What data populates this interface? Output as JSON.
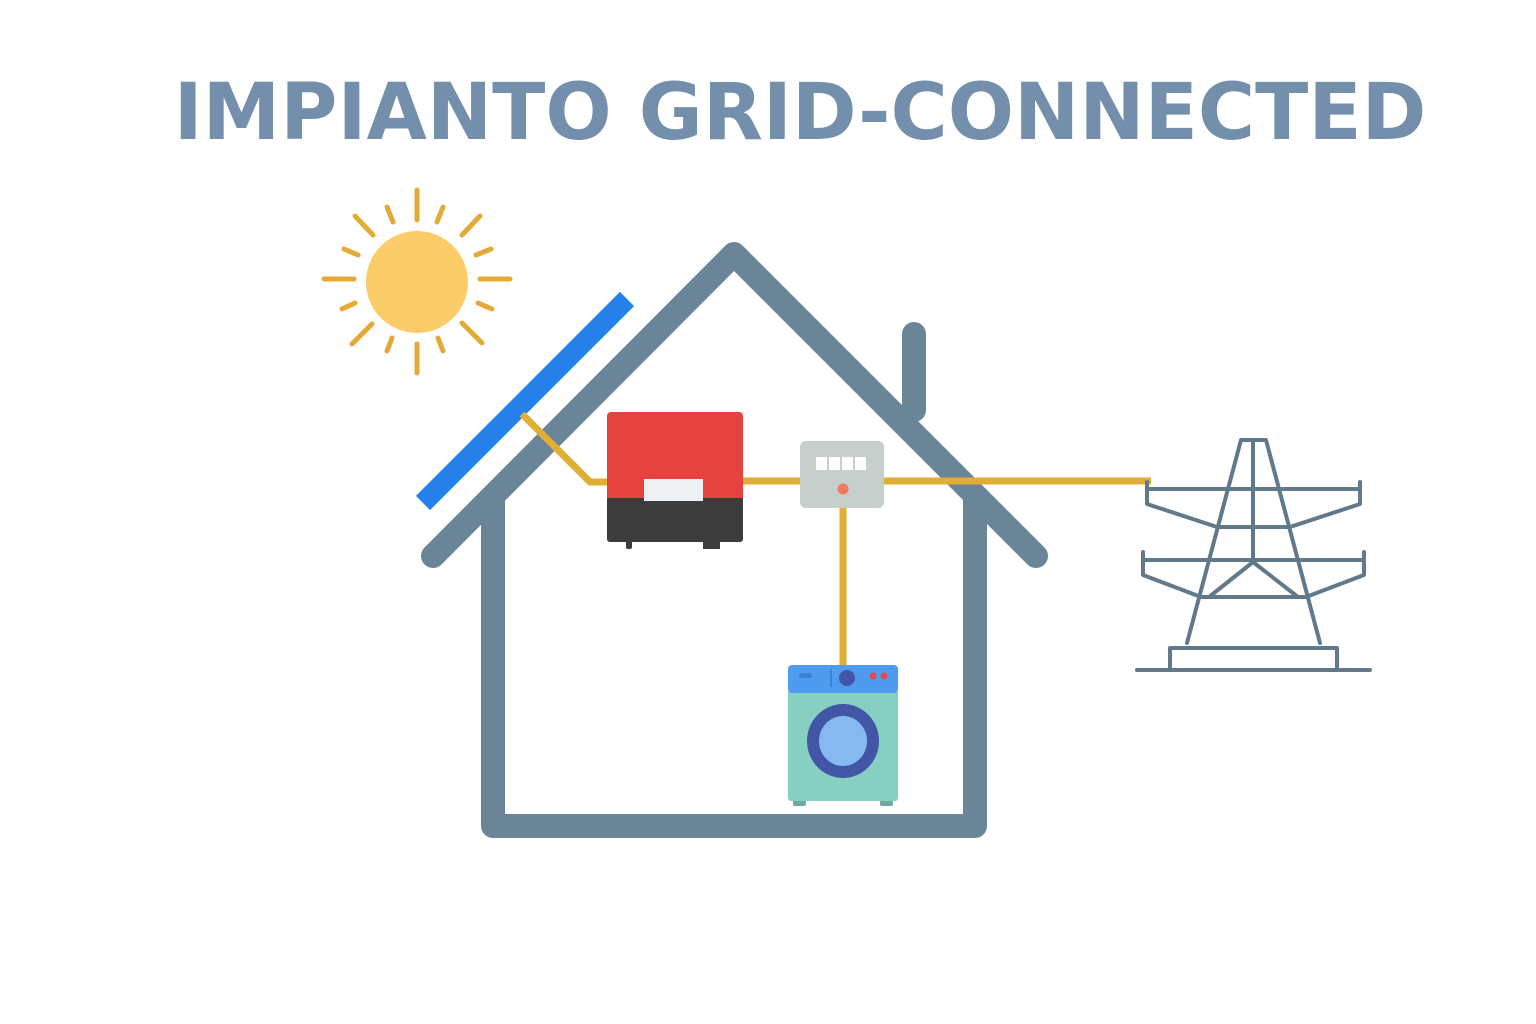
{
  "title": "IMPIANTO GRID-CONNECTED",
  "colors": {
    "title": "#738fab",
    "house": "#6a8598",
    "wire": "#e1ad35",
    "sun_core": "#fbcc67",
    "sun_rays": "#e3aa35",
    "panel": "#2580ea",
    "inverter_top": "#e6423f",
    "inverter_bottom": "#3c3c3c",
    "inverter_display": "#eef1f3",
    "meter_body": "#c6cfcc",
    "meter_led": "#ef7a62",
    "washer_top": "#4e9cf0",
    "washer_body": "#86cfc1",
    "washer_door_ring": "#4255a6",
    "washer_door_glass": "#85b9f0",
    "washer_buttons": "#e04b52",
    "pylon": "#62798a"
  },
  "components": [
    {
      "id": "sun",
      "label": "sun-icon"
    },
    {
      "id": "solar-panel",
      "label": "solar-panel"
    },
    {
      "id": "inverter",
      "label": "inverter"
    },
    {
      "id": "meter",
      "label": "energy-meter",
      "digits": 4
    },
    {
      "id": "washing-machine",
      "label": "washing-machine"
    },
    {
      "id": "house",
      "label": "house"
    },
    {
      "id": "pylon",
      "label": "power-grid-pylon"
    }
  ],
  "connections": [
    {
      "from": "solar-panel",
      "to": "inverter"
    },
    {
      "from": "inverter",
      "to": "meter"
    },
    {
      "from": "meter",
      "to": "washing-machine"
    },
    {
      "from": "meter",
      "to": "pylon"
    }
  ]
}
